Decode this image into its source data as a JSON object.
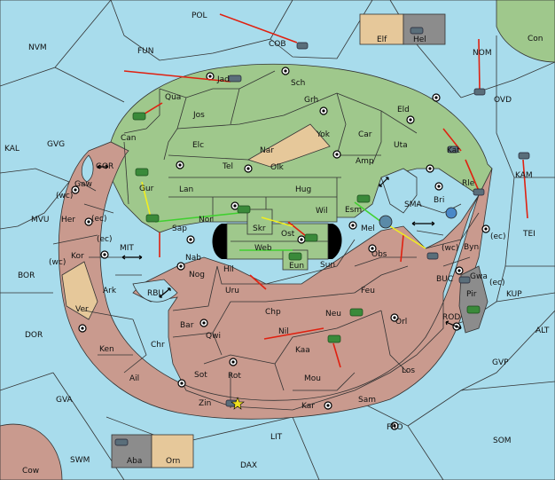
{
  "map": {
    "regions": [
      {
        "id": "POL",
        "label": "POL"
      },
      {
        "id": "NVM",
        "label": "NVM"
      },
      {
        "id": "FUN",
        "label": "FUN"
      },
      {
        "id": "COB",
        "label": "COB"
      },
      {
        "id": "Elf",
        "label": "Elf"
      },
      {
        "id": "Hel",
        "label": "Hel"
      },
      {
        "id": "Con",
        "label": "Con"
      },
      {
        "id": "NOM",
        "label": "NOM"
      },
      {
        "id": "OVD",
        "label": "OVD"
      },
      {
        "id": "Jad",
        "label": "Jad"
      },
      {
        "id": "Sch",
        "label": "Sch"
      },
      {
        "id": "Qua",
        "label": "Qua"
      },
      {
        "id": "Grh",
        "label": "Grh"
      },
      {
        "id": "Jos",
        "label": "Jos"
      },
      {
        "id": "Eld",
        "label": "Eld"
      },
      {
        "id": "KAL",
        "label": "KAL"
      },
      {
        "id": "GVG",
        "label": "GVG"
      },
      {
        "id": "Can",
        "label": "Can"
      },
      {
        "id": "Yok",
        "label": "Yok"
      },
      {
        "id": "Car",
        "label": "Car"
      },
      {
        "id": "Uta",
        "label": "Uta"
      },
      {
        "id": "Elc",
        "label": "Elc"
      },
      {
        "id": "Nar",
        "label": "Nar"
      },
      {
        "id": "GOR",
        "label": "GOR"
      },
      {
        "id": "Tel",
        "label": "Tel"
      },
      {
        "id": "Olk",
        "label": "Olk"
      },
      {
        "id": "Amp",
        "label": "Amp"
      },
      {
        "id": "Kat",
        "label": "Kat"
      },
      {
        "id": "KAM",
        "label": "KAM"
      },
      {
        "id": "Gaw",
        "label": "Gaw"
      },
      {
        "id": "Gur",
        "label": "Gur"
      },
      {
        "id": "Lan",
        "label": "Lan"
      },
      {
        "id": "Hug",
        "label": "Hug"
      },
      {
        "id": "Rle",
        "label": "Rle"
      },
      {
        "id": "Bri",
        "label": "Bri"
      },
      {
        "id": "Esm",
        "label": "Esm"
      },
      {
        "id": "SMA",
        "label": "SMA"
      },
      {
        "id": "MVU",
        "label": "MVU"
      },
      {
        "id": "Her",
        "label": "Her"
      },
      {
        "id": "Wil",
        "label": "Wil"
      },
      {
        "id": "Nor",
        "label": "Nor"
      },
      {
        "id": "Skr",
        "label": "Skr"
      },
      {
        "id": "Sap",
        "label": "Sap"
      },
      {
        "id": "Ost",
        "label": "Ost"
      },
      {
        "id": "Mel",
        "label": "Mel"
      },
      {
        "id": "TEI",
        "label": "TEI"
      },
      {
        "id": "Web",
        "label": "Web"
      },
      {
        "id": "Byn",
        "label": "Byn"
      },
      {
        "id": "MIT",
        "label": "MIT"
      },
      {
        "id": "Kor",
        "label": "Kor"
      },
      {
        "id": "Nab",
        "label": "Nab"
      },
      {
        "id": "Eun",
        "label": "Eun"
      },
      {
        "id": "Obs",
        "label": "Obs"
      },
      {
        "id": "BOR",
        "label": "BOR"
      },
      {
        "id": "Sun",
        "label": "Sun"
      },
      {
        "id": "Gwa",
        "label": "Gwa"
      },
      {
        "id": "Hil",
        "label": "Hil"
      },
      {
        "id": "Nog",
        "label": "Nog"
      },
      {
        "id": "BUC",
        "label": "BUC"
      },
      {
        "id": "KUP",
        "label": "KUP"
      },
      {
        "id": "Ark",
        "label": "Ark"
      },
      {
        "id": "RBU",
        "label": "RBU"
      },
      {
        "id": "Uru",
        "label": "Uru"
      },
      {
        "id": "Feu",
        "label": "Feu"
      },
      {
        "id": "Pir",
        "label": "Pir"
      },
      {
        "id": "Ver",
        "label": "Ver"
      },
      {
        "id": "Chp",
        "label": "Chp"
      },
      {
        "id": "Neu",
        "label": "Neu"
      },
      {
        "id": "Orl",
        "label": "Orl"
      },
      {
        "id": "ROD",
        "label": "ROD"
      },
      {
        "id": "Bar",
        "label": "Bar"
      },
      {
        "id": "DOR",
        "label": "DOR"
      },
      {
        "id": "Qwi",
        "label": "Qwi"
      },
      {
        "id": "Nil",
        "label": "Nil"
      },
      {
        "id": "ALT",
        "label": "ALT"
      },
      {
        "id": "Ken",
        "label": "Ken"
      },
      {
        "id": "Chr",
        "label": "Chr"
      },
      {
        "id": "Kaa",
        "label": "Kaa"
      },
      {
        "id": "GVP",
        "label": "GVP"
      },
      {
        "id": "Los",
        "label": "Los"
      },
      {
        "id": "Sot",
        "label": "Sot"
      },
      {
        "id": "Rot",
        "label": "Rot"
      },
      {
        "id": "Ail",
        "label": "Ail"
      },
      {
        "id": "Mou",
        "label": "Mou"
      },
      {
        "id": "GVA",
        "label": "GVA"
      },
      {
        "id": "Sam",
        "label": "Sam"
      },
      {
        "id": "Zin",
        "label": "Zin"
      },
      {
        "id": "Kar",
        "label": "Kar"
      },
      {
        "id": "FRO",
        "label": "FRO"
      },
      {
        "id": "LIT",
        "label": "LIT"
      },
      {
        "id": "SOM",
        "label": "SOM"
      },
      {
        "id": "SWM",
        "label": "SWM"
      },
      {
        "id": "Aba",
        "label": "Aba"
      },
      {
        "id": "Orn",
        "label": "Orn"
      },
      {
        "id": "Cow",
        "label": "Cow"
      },
      {
        "id": "DAX",
        "label": "DAX"
      }
    ],
    "coast_tags": [
      "(wc)",
      "(ec)",
      "(ec)",
      "(wc)",
      "(wc)",
      "(ec)",
      "(ec)"
    ],
    "colors": {
      "sea": "#a8dcec",
      "green_power": "#9fc88c",
      "red_power": "#c99a8e",
      "tan_neutral": "#e6c89a",
      "grey_power": "#8c8c8c",
      "move_red": "#e02010",
      "support_yellow": "#f0ee20",
      "support_green": "#40d030"
    }
  }
}
